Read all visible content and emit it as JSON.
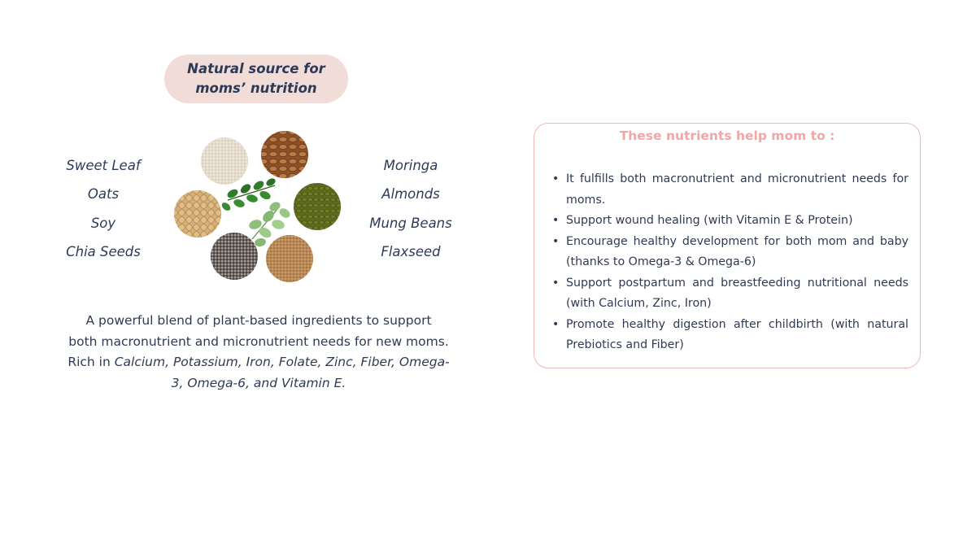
{
  "header": {
    "title_line1": "Natural source for",
    "title_line2": "moms’ nutrition"
  },
  "ingredients": {
    "left": [
      "Sweet Leaf",
      "Oats",
      "Soy",
      "Chia Seeds"
    ],
    "right": [
      "Moringa",
      "Almonds",
      "Mung Beans",
      "Flaxseed"
    ]
  },
  "cluster": {
    "items": [
      {
        "name": "oats",
        "color": "#e6dccb"
      },
      {
        "name": "almonds",
        "color": "#9a5a2e"
      },
      {
        "name": "soy",
        "color": "#d6b07a"
      },
      {
        "name": "mung-beans",
        "color": "#5f6b1f"
      },
      {
        "name": "chia-seeds",
        "color": "#6f6662"
      },
      {
        "name": "flaxseed",
        "color": "#b98a58"
      },
      {
        "name": "moringa-leaves",
        "color": "#2f7d2a"
      },
      {
        "name": "sweet-leaf",
        "color": "#8fbf7a"
      }
    ]
  },
  "blurb": {
    "line1": "A powerful blend of plant-based ingredients to support",
    "line2": "both macronutrient and micronutrient needs for new moms.",
    "line3_prefix": "Rich in ",
    "line3_em": "Calcium, Potassium, Iron, Folate, Zinc, Fiber, Omega-",
    "line4_em": "3, Omega-6, and Vitamin E."
  },
  "card": {
    "title": "These nutrients help mom to :",
    "benefits": [
      "It fulfills both macronutrient and micronutrient needs for moms.",
      "Support wound healing (with Vitamin E & Protein)",
      "Encourage healthy development for both mom and baby (thanks to Omega-3 & Omega-6)",
      "Support postpartum and breastfeeding nutritional needs (with Calcium, Zinc, Iron)",
      "Promote healthy digestion after childbirth (with natural Prebiotics and Fiber)"
    ],
    "bullet_glyph": "•"
  },
  "colors": {
    "text": "#2f3a55",
    "pill_bg": "#f2dcd8",
    "card_border": "#f0b9b9",
    "card_title": "#f2a6a6"
  }
}
